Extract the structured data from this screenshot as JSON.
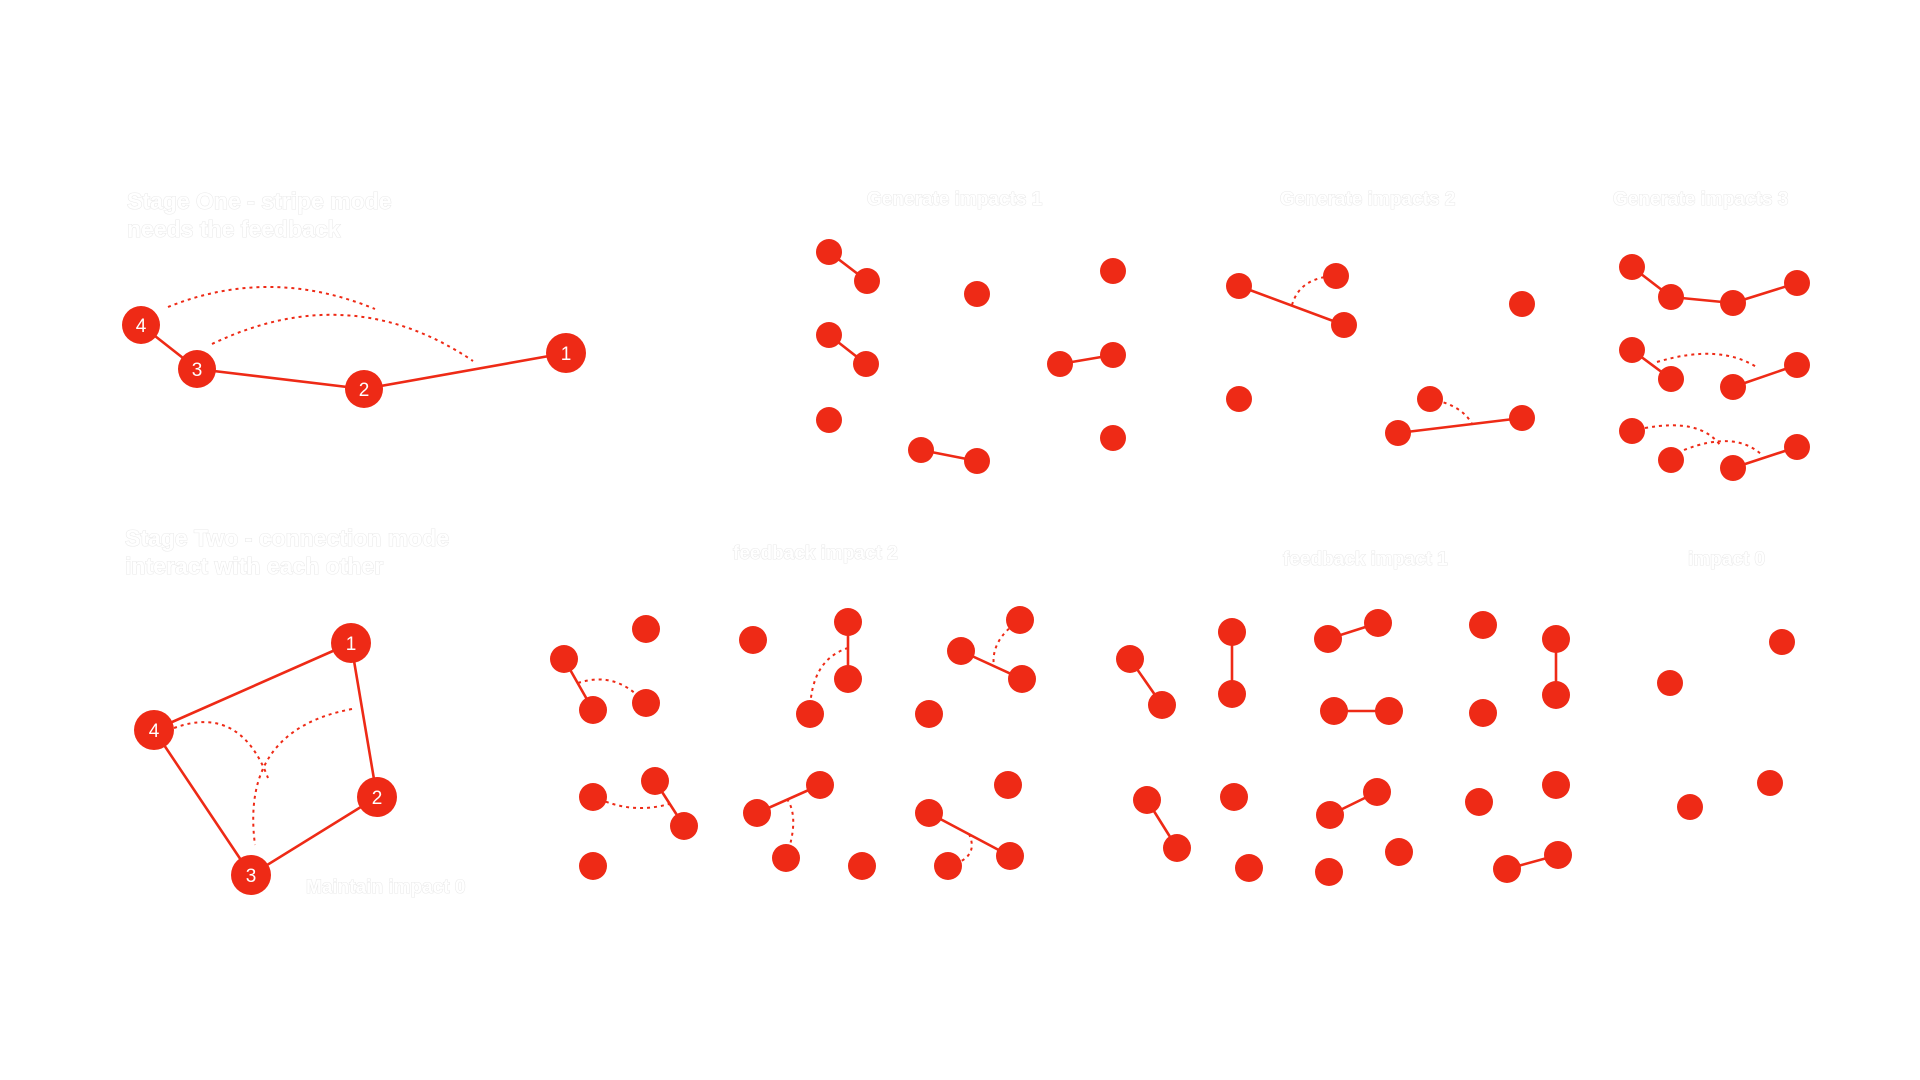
{
  "colors": {
    "accent": "#ee2a16",
    "background": "#ffffff",
    "label": "#ececec"
  },
  "labels": {
    "stage_one": [
      "Stage One - stripe mode",
      "needs the feedback"
    ],
    "stage_two": [
      "Stage Two - connection mode",
      "interact with each other"
    ],
    "generate_impacts_1": "Generate impacts 1",
    "generate_impacts_2": "Generate impacts 2",
    "generate_impacts_3": "Generate impacts 3",
    "feedback_impact_2": "feedback impact 2",
    "feedback_impact_1": "feedback impact 1",
    "impact_0": "impact 0",
    "maintain_impact_0": "Maintain impact 0"
  },
  "stage_one_nodes": [
    "4",
    "3",
    "2",
    "1"
  ],
  "stage_two_nodes": [
    "1",
    "4",
    "2",
    "3"
  ]
}
